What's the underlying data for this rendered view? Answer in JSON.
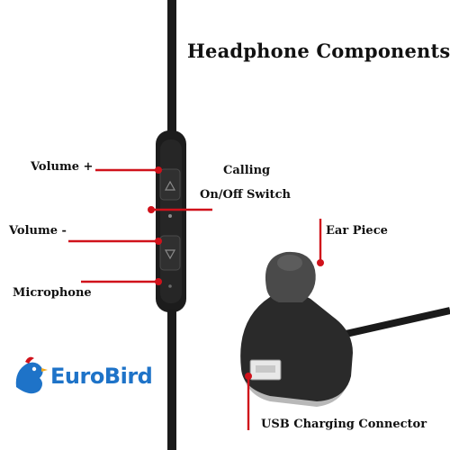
{
  "title": "Headphone Components",
  "labels": {
    "volume_up": "Volume +",
    "calling_line1": "Calling",
    "calling_line2": "On/Off Switch",
    "volume_down": "Volume -",
    "ear_piece": "Ear Piece",
    "microphone": "Microphone",
    "usb": "USB Charging Connector"
  },
  "logo": {
    "text": "EuroBird",
    "color": "#1e73c8"
  },
  "colors": {
    "pointer": "#d0121b",
    "cable": "#1a1a1a",
    "earpiece_body": "#2a2a2a",
    "earpiece_tip": "#4a4a4a",
    "earpiece_base": "#b8b8b8"
  },
  "icons": {
    "volume_up_button": "triangle-up-icon",
    "volume_down_button": "triangle-down-icon",
    "logo_bird": "bird-icon"
  }
}
